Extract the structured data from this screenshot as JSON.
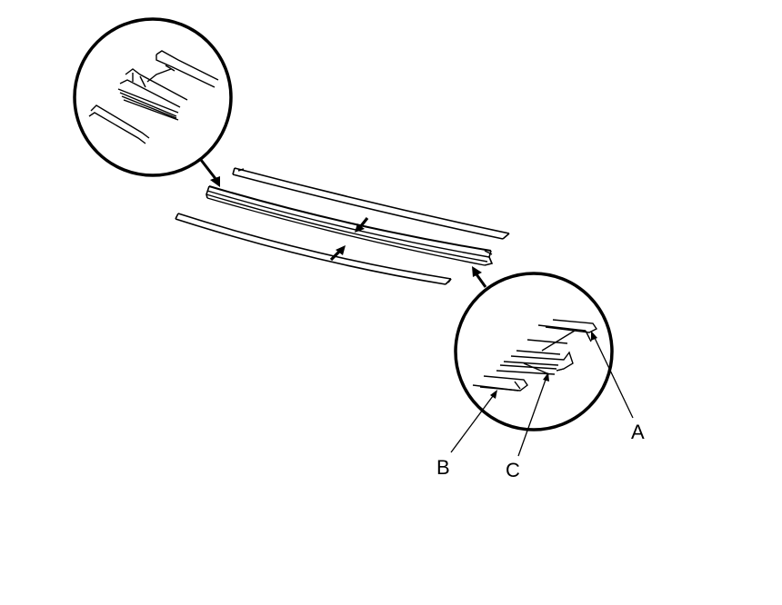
{
  "diagram": {
    "callouts": {
      "a": "A",
      "b": "B",
      "c": "C"
    },
    "stroke_color": "#000000",
    "fill_color": "#ffffff"
  }
}
